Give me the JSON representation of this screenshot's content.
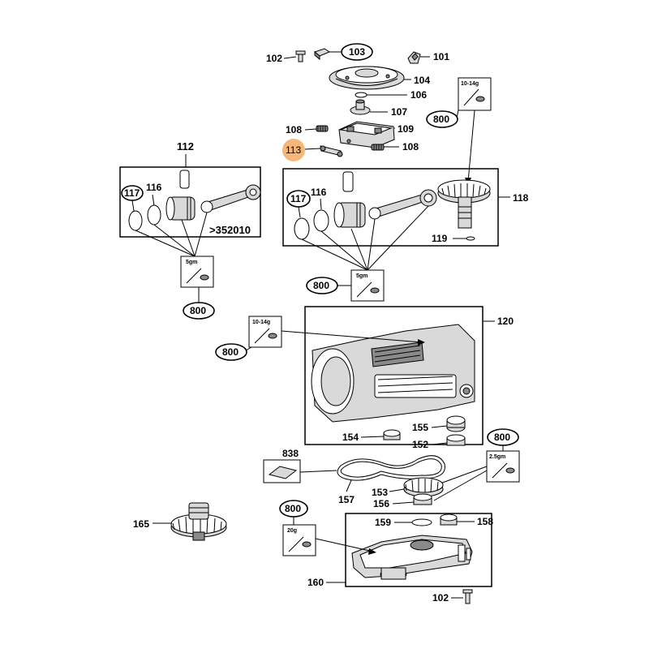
{
  "callouts": {
    "c101": "101",
    "c102_top": "102",
    "c103": "103",
    "c104": "104",
    "c106": "106",
    "c107": "107",
    "c108_a": "108",
    "c108_b": "108",
    "c109": "109",
    "c112": "112",
    "c113": "113",
    "c116_left": "116",
    "c116_right": "116",
    "c117_left": "117",
    "c117_right": "117",
    "c118": "118",
    "c119": "119",
    "c120": "120",
    "c152": "152",
    "c153": "153",
    "c154": "154",
    "c155": "155",
    "c156": "156",
    "c157": "157",
    "c158": "158",
    "c159": "159",
    "c160": "160",
    "c165": "165",
    "c102_bottom": "102",
    "c838": "838",
    "c800_a": "800",
    "c800_b": "800",
    "c800_c": "800",
    "c800_d": "800",
    "c800_e": "800",
    "c800_f": "800"
  },
  "notes": {
    "serial_break": ">352010"
  },
  "grease_cards": {
    "g1": "10-14g",
    "g2": "5gm",
    "g3": "5gm",
    "g4": "10-14g",
    "g5": "2.5gm",
    "g6": "20g"
  },
  "colors": {
    "highlight": "#f5b77a",
    "line": "#000000",
    "part_fill": "#d9d9d9"
  }
}
